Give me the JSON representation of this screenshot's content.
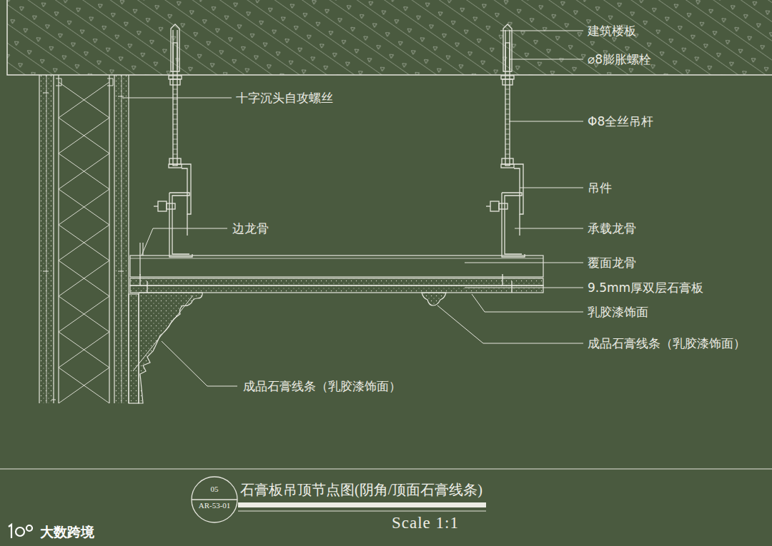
{
  "diagram": {
    "title": "石膏板吊顶节点图(阴角/顶面石膏线条)",
    "nodes": [
      {
        "text": [
          "05",
          "AR-53-01"
        ]
      }
    ],
    "labels": [
      "建筑楼板",
      "⌀8膨胀螺栓",
      "十字沉头自攻螺丝",
      "Φ8全丝吊杆",
      "吊件",
      "边龙骨",
      "承载龙骨",
      "覆面龙骨",
      "9.5mm厚双层石膏板",
      "乳胶漆饰面",
      "成品石膏线条（乳胶漆饰面）",
      "成品石膏线条（乳胶漆饰面）",
      "Scale 1:1",
      "大数跨境"
    ]
  }
}
